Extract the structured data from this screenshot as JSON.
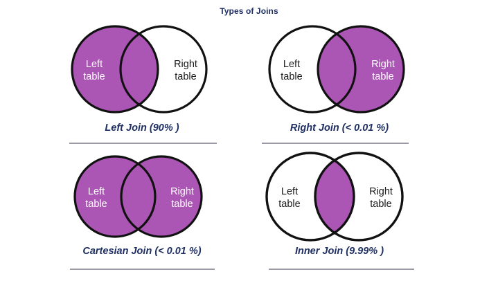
{
  "page": {
    "title": "Types of Joins",
    "background_color": "#ffffff",
    "title_color": "#1f2f63",
    "fill_color": "#ab55b5",
    "stroke_color": "#111111",
    "divider_color": "#9a9aa4",
    "label_light_color": "#ffffff",
    "label_dark_color": "#1b1b1b"
  },
  "diagrams": [
    {
      "id": "left-join",
      "caption": "Left Join (90% )",
      "left_label_line1": "Left",
      "left_label_line2": "table",
      "right_label_line1": "Right",
      "right_label_line2": "table",
      "shaded_region": "left-circle-all",
      "percentage": "90%",
      "left_text_color": "#ffffff",
      "right_text_color": "#1b1b1b"
    },
    {
      "id": "right-join",
      "caption": "Right Join (< 0.01 %)",
      "left_label_line1": "Left",
      "left_label_line2": "table",
      "right_label_line1": "Right",
      "right_label_line2": "table",
      "shaded_region": "right-circle-all",
      "percentage": "< 0.01 %",
      "left_text_color": "#1b1b1b",
      "right_text_color": "#ffffff"
    },
    {
      "id": "cartesian-join",
      "caption": "Cartesian Join (< 0.01 %)",
      "left_label_line1": "Left",
      "left_label_line2": "table",
      "right_label_line1": "Right",
      "right_label_line2": "table",
      "shaded_region": "both-circles-union",
      "percentage": "< 0.01 %",
      "left_text_color": "#ffffff",
      "right_text_color": "#ffffff"
    },
    {
      "id": "inner-join",
      "caption": "Inner Join (9.99% )",
      "left_label_line1": "Left",
      "left_label_line2": "table",
      "right_label_line1": "Right",
      "right_label_line2": "table",
      "shaded_region": "intersection-only",
      "percentage": "9.99%",
      "left_text_color": "#1b1b1b",
      "right_text_color": "#1b1b1b"
    }
  ]
}
